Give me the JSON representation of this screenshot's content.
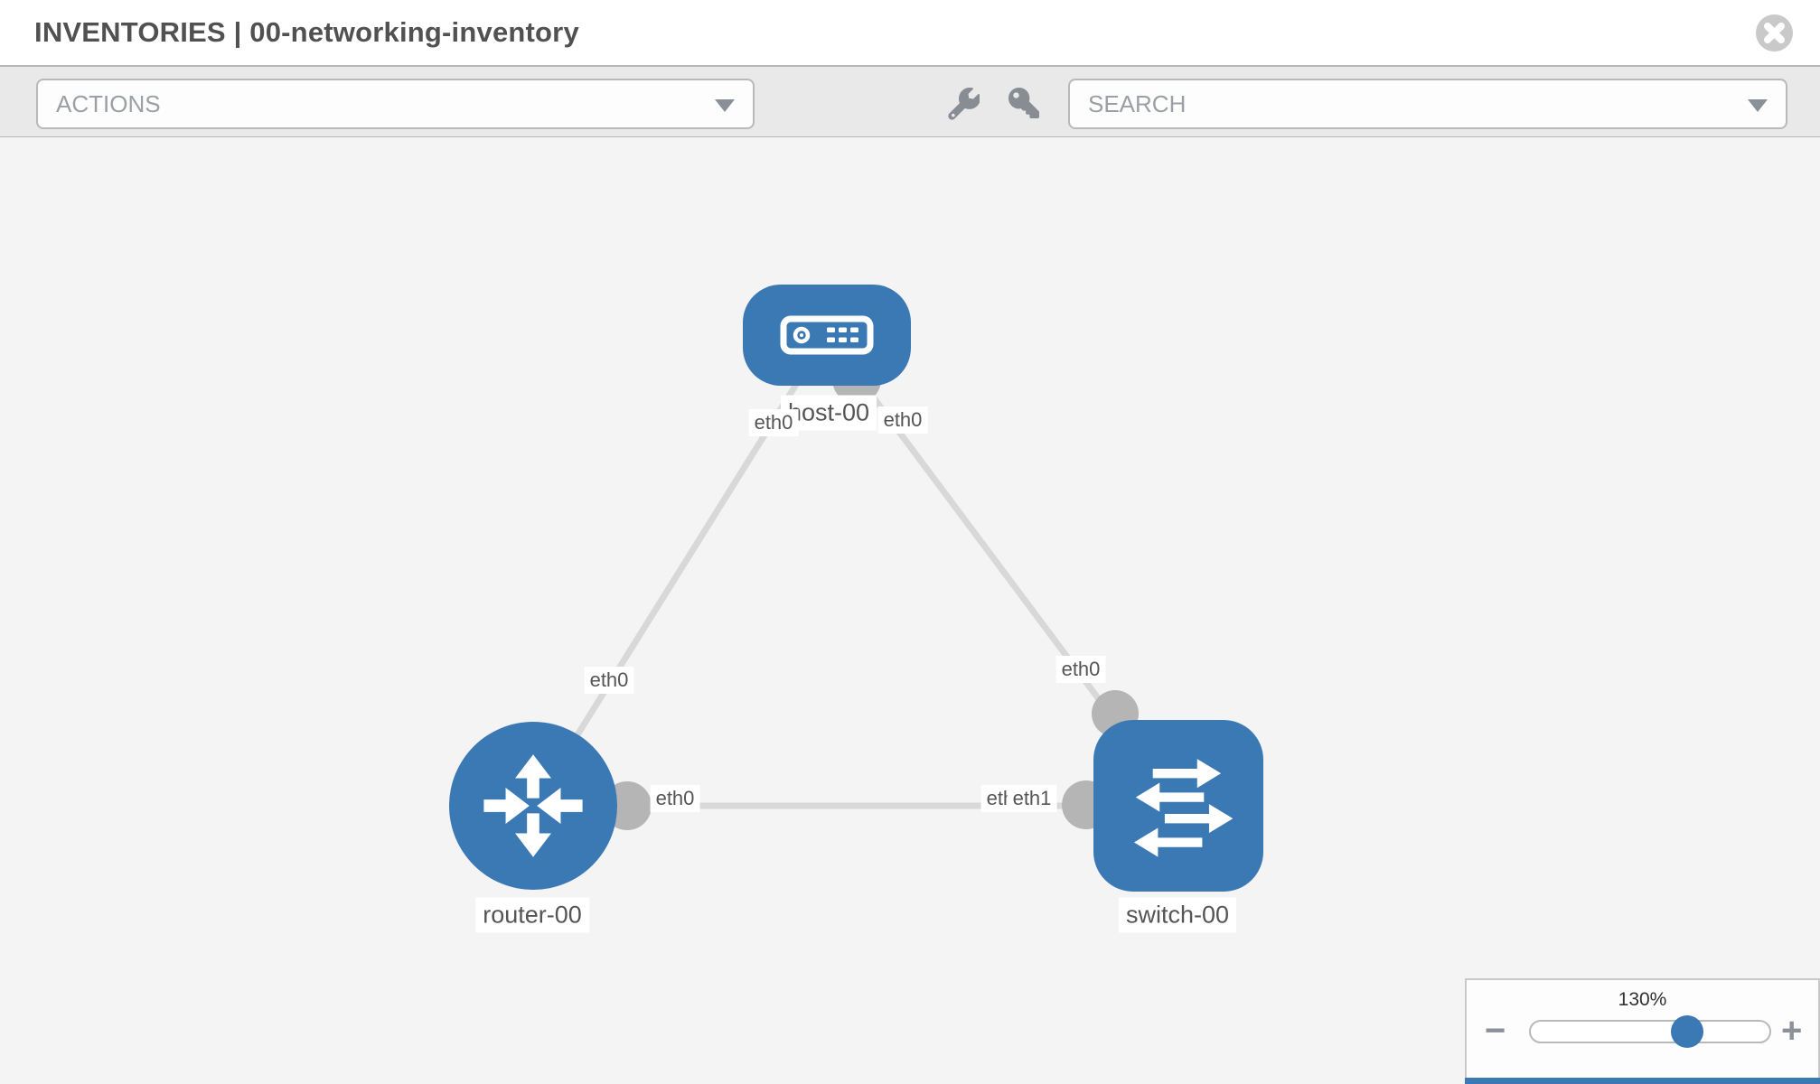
{
  "header": {
    "title": "INVENTORIES | 00-networking-inventory"
  },
  "toolbar": {
    "actions_placeholder": "ACTIONS",
    "search_placeholder": "SEARCH",
    "icons": [
      "wrench-icon",
      "key-icon"
    ]
  },
  "topology": {
    "nodes": [
      {
        "name": "host-00",
        "type": "host"
      },
      {
        "name": "router-00",
        "type": "router"
      },
      {
        "name": "switch-00",
        "type": "switch"
      }
    ],
    "interfaces": {
      "host_left": "eth0",
      "host_right": "eth0",
      "router_top": "eth0",
      "router_right": "eth0",
      "switch_top": "eth0",
      "switch_left_back": "eth0",
      "switch_left_front": "eth1"
    },
    "links": [
      {
        "from": "host-00",
        "to": "router-00"
      },
      {
        "from": "host-00",
        "to": "switch-00"
      },
      {
        "from": "router-00",
        "to": "switch-00"
      }
    ]
  },
  "zoom_control": {
    "level": "130%",
    "minus": "−",
    "plus": "+"
  },
  "colors": {
    "node_blue": "#3b79b5",
    "link_gray": "#d8d8d8",
    "connector_gray": "#b5b5b5",
    "toolbar_bg": "#e9e9e9"
  }
}
